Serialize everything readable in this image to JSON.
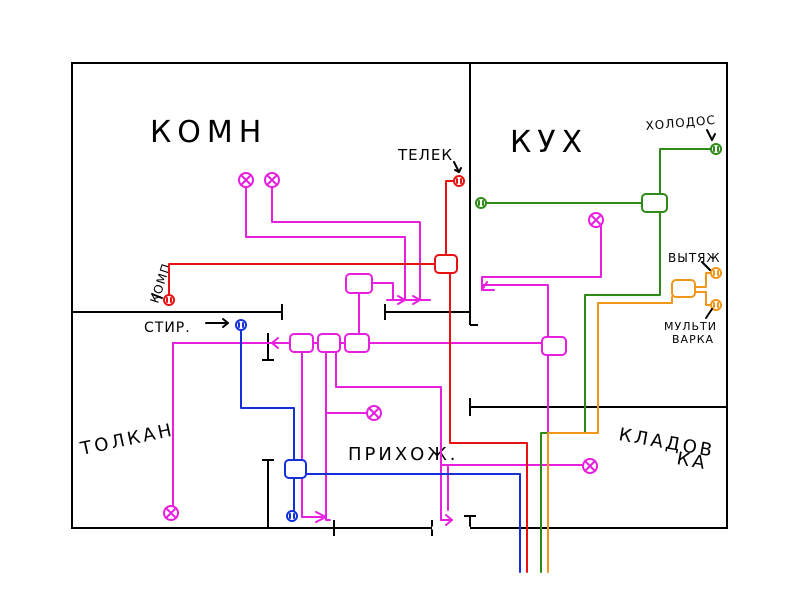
{
  "rooms": {
    "living": "КОМН",
    "kitchen": "КУХ",
    "toilet": "ТОЛКАН",
    "hallway": "ПРИХОЖ.",
    "storage_line1": "КЛАДОВ",
    "storage_line2": "КА"
  },
  "devices": {
    "tv": "ТЕЛЕК",
    "pc": "КОМП",
    "washer": "СТИР.",
    "fridge": "ХОЛОДОС",
    "hood": "ВЫТЯЖ",
    "multicooker_line1": "МУЛЬТИ",
    "multicooker_line2": "ВАРКА"
  },
  "colors": {
    "lighting": "#e81ee0",
    "sockets_living": "#e81010",
    "sockets_kitchen": "#2e8a17",
    "sockets_bath": "#1430d8",
    "sockets_appliances": "#f0961a",
    "walls": "#000000"
  }
}
